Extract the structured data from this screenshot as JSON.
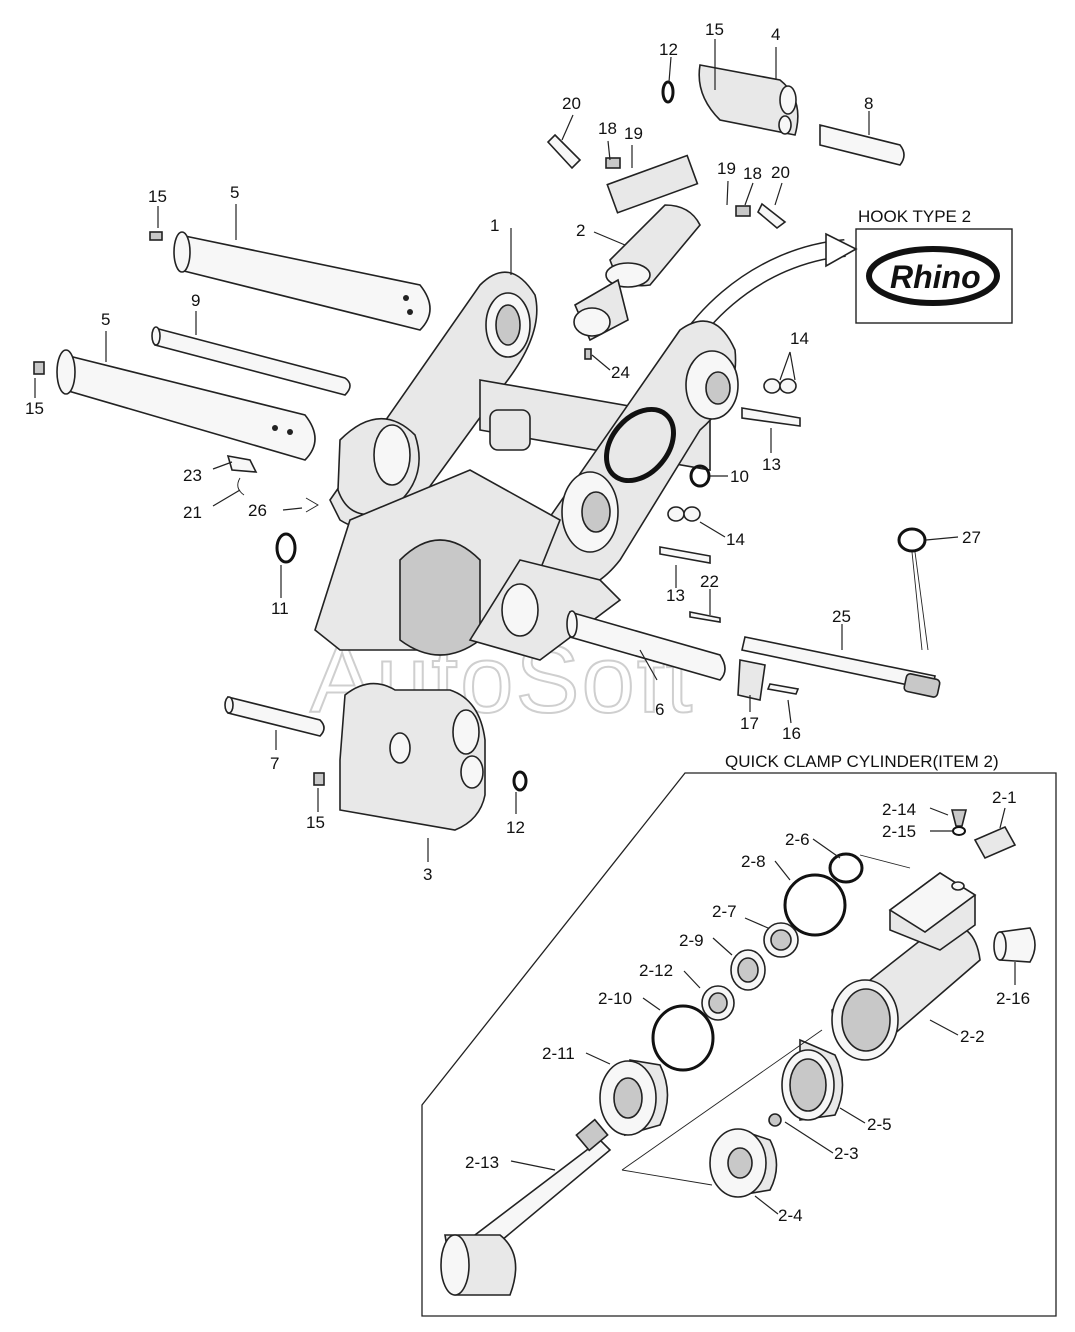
{
  "diagram": {
    "hook_box_title": "HOOK TYPE 2",
    "logo_text": "Rhino",
    "cylinder_section_title": "QUICK CLAMP CYLINDER(ITEM 2)",
    "watermark": "AutoSoft",
    "labels": {
      "l1": "1",
      "l2": "2",
      "l3": "3",
      "l4": "4",
      "l5a": "5",
      "l5b": "5",
      "l6": "6",
      "l7": "7",
      "l8": "8",
      "l9": "9",
      "l10": "10",
      "l11": "11",
      "l12a": "12",
      "l12b": "12",
      "l13a": "13",
      "l13b": "13",
      "l14a": "14",
      "l14b": "14",
      "l15a": "15",
      "l15b": "15",
      "l15c": "15",
      "l15d": "15",
      "l16": "16",
      "l17": "17",
      "l18a": "18",
      "l18b": "18",
      "l19a": "19",
      "l19b": "19",
      "l20a": "20",
      "l20b": "20",
      "l21": "21",
      "l22": "22",
      "l23": "23",
      "l24": "24",
      "l25": "25",
      "l26": "26",
      "l27": "27",
      "c1": "2-1",
      "c2": "2-2",
      "c3": "2-3",
      "c4": "2-4",
      "c5": "2-5",
      "c6": "2-6",
      "c7": "2-7",
      "c8": "2-8",
      "c9": "2-9",
      "c10": "2-10",
      "c11": "2-11",
      "c12": "2-12",
      "c13": "2-13",
      "c14": "2-14",
      "c15": "2-15",
      "c16": "2-16"
    }
  }
}
